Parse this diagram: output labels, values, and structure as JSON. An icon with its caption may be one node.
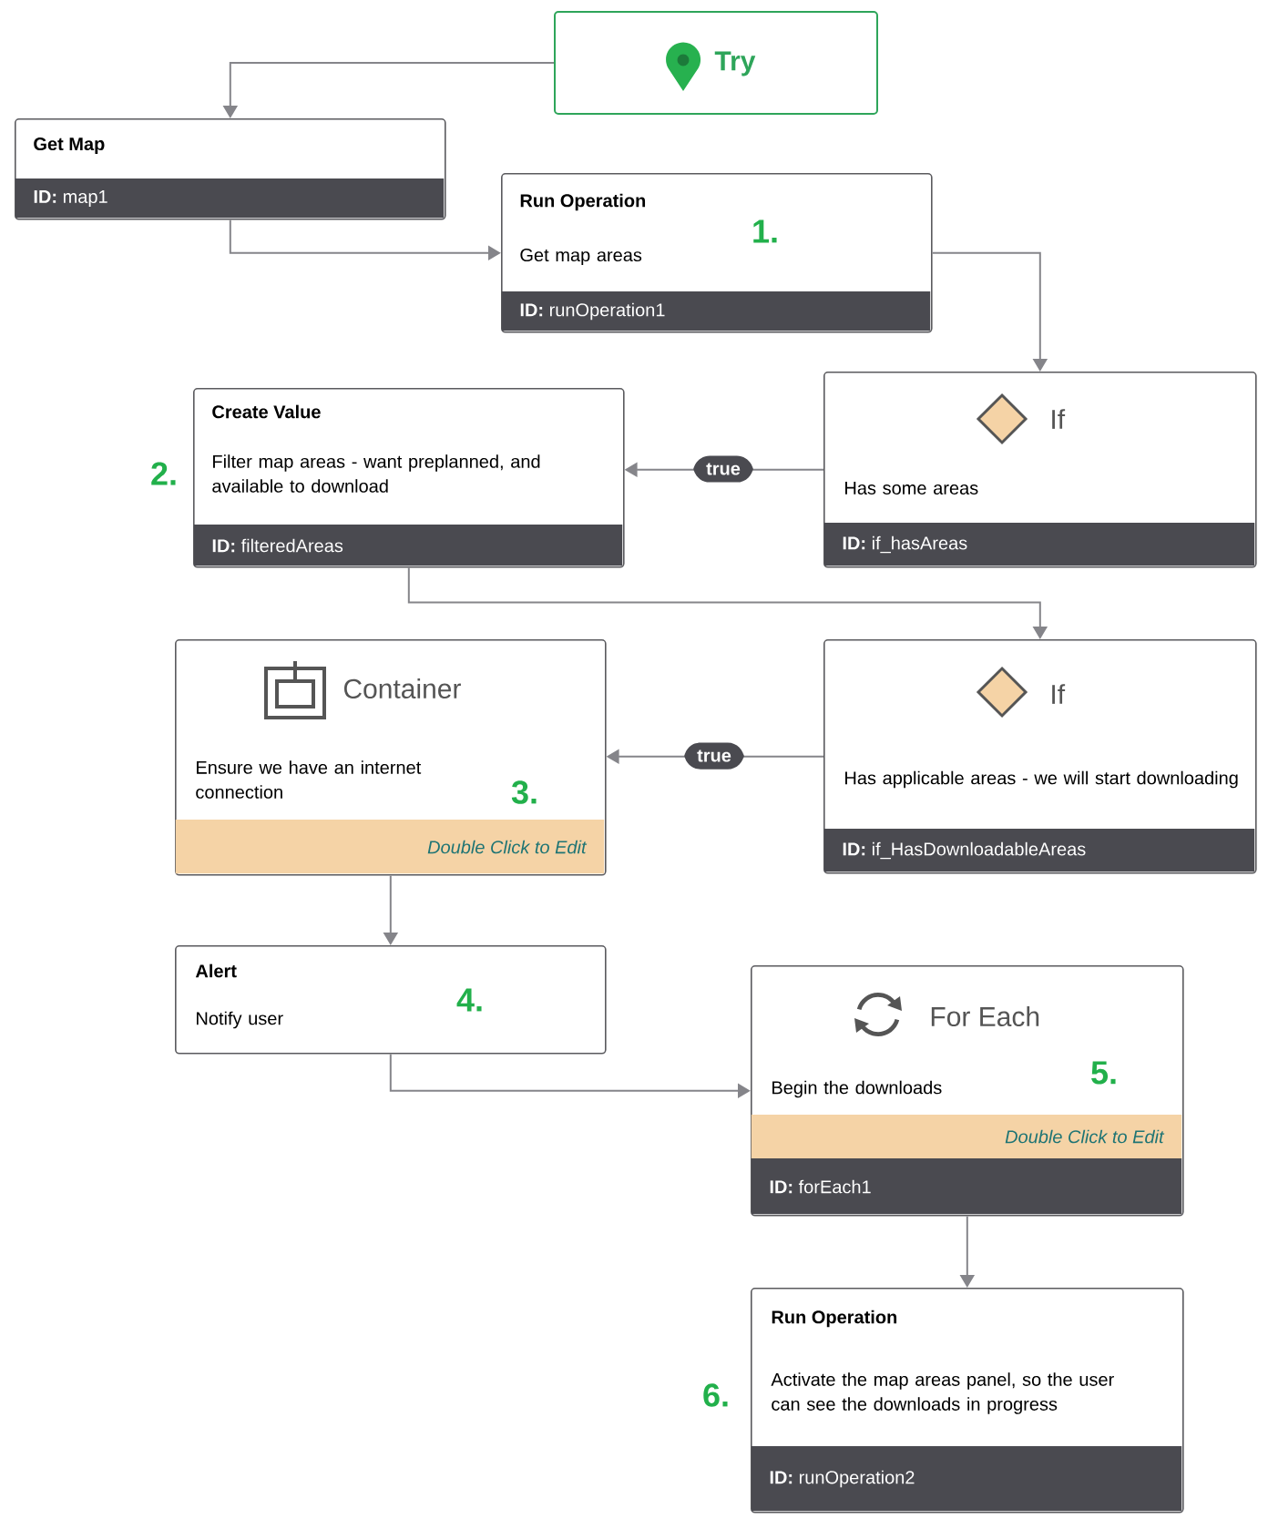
{
  "diagram": {
    "nodes": [
      {
        "text": [
          "Try"
        ]
      },
      {
        "text": [
          "Get Map",
          "**ID:** map1"
        ]
      },
      {
        "text": [
          "Run Operation",
          "1.",
          "Get map areas",
          "**ID:** runOperation1"
        ]
      },
      {
        "text": [
          "If",
          "Has some areas",
          "**ID:** if_hasAreas"
        ]
      },
      {
        "text": [
          "Create Value",
          "Filter map areas - want preplanned, and available to download",
          "**ID:** filteredAreas"
        ],
        "beside": [
          "2."
        ]
      },
      {
        "text": [
          "If",
          "Has applicable areas - we will start downloading",
          "**ID:** if_HasDownloadableAreas"
        ]
      },
      {
        "text": [
          "Container",
          "Ensure we have an internet connection",
          "3.",
          "Double Click to Edit"
        ]
      },
      {
        "text": [
          "Alert",
          "4.",
          "Notify user"
        ]
      },
      {
        "text": [
          "For Each",
          "5.",
          "Begin the downloads",
          "Double Click to Edit",
          "**ID:** forEach1"
        ]
      },
      {
        "text": [
          "Run Operation",
          "Activate the map areas panel, so the user can see the downloads in progress",
          "**ID:** runOperation2"
        ],
        "beside": [
          "6."
        ]
      }
    ],
    "edges": [
      {
        "from": 0,
        "to": 1,
        "arrow": "to"
      },
      {
        "from": 1,
        "to": 2,
        "arrow": "to"
      },
      {
        "from": 2,
        "to": 3,
        "arrow": "to"
      },
      {
        "from": 3,
        "to": 4,
        "arrow": "to",
        "label": "true"
      },
      {
        "from": 4,
        "to": 5,
        "arrow": "to"
      },
      {
        "from": 5,
        "to": 6,
        "arrow": "to",
        "label": "true"
      },
      {
        "from": 6,
        "to": 7,
        "arrow": "to"
      },
      {
        "from": 7,
        "to": 8,
        "arrow": "to"
      },
      {
        "from": 8,
        "to": 9,
        "arrow": "to"
      }
    ]
  }
}
